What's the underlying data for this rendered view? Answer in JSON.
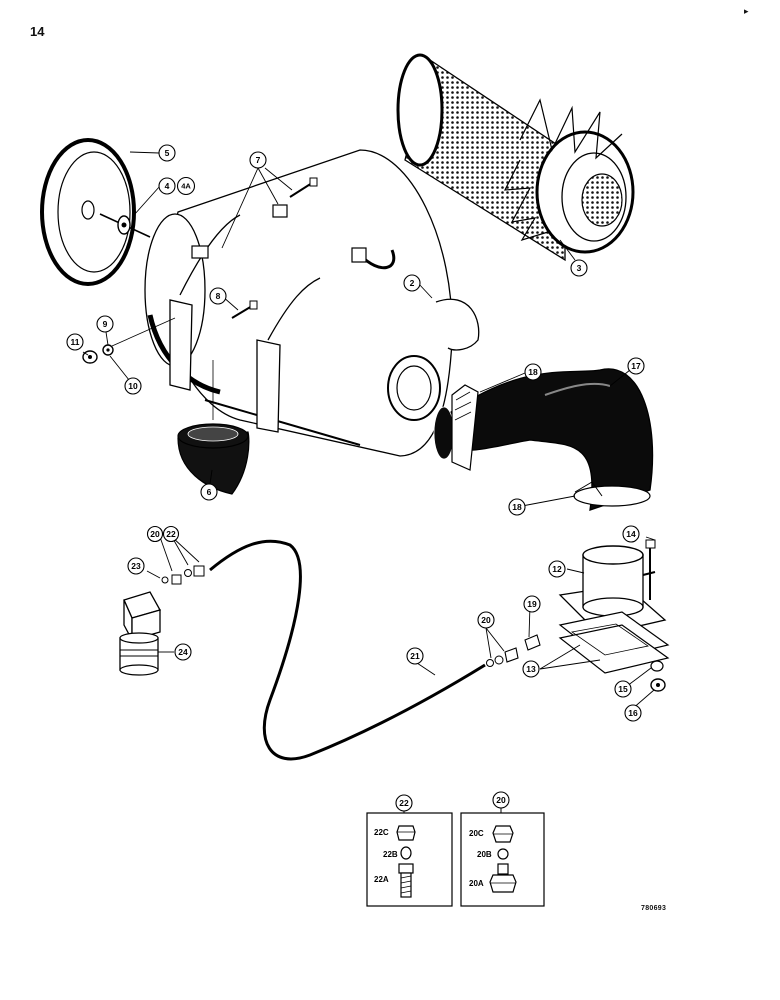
{
  "page": {
    "number": "14",
    "drawing_code": "780693",
    "corner_mark": "▸"
  },
  "callouts": {
    "c1": "5",
    "c2": "4",
    "c3": "4A",
    "c4": "7",
    "c5": "3",
    "c6": "2",
    "c7": "8",
    "c8": "9",
    "c9": "11",
    "c10": "10",
    "c11": "6",
    "c12": "18",
    "c13": "17",
    "c14": "18",
    "c15": "14",
    "c16": "12",
    "c17": "20",
    "c18": "22",
    "c19": "23",
    "c20": "24",
    "c21": "19",
    "c22": "20",
    "c23": "21",
    "c24": "13",
    "c25": "15",
    "c26": "16"
  },
  "insets": {
    "left": {
      "number": "22",
      "parts": [
        "22C",
        "22B",
        "22A"
      ]
    },
    "right": {
      "number": "20",
      "parts": [
        "20C",
        "20B",
        "20A"
      ]
    }
  }
}
